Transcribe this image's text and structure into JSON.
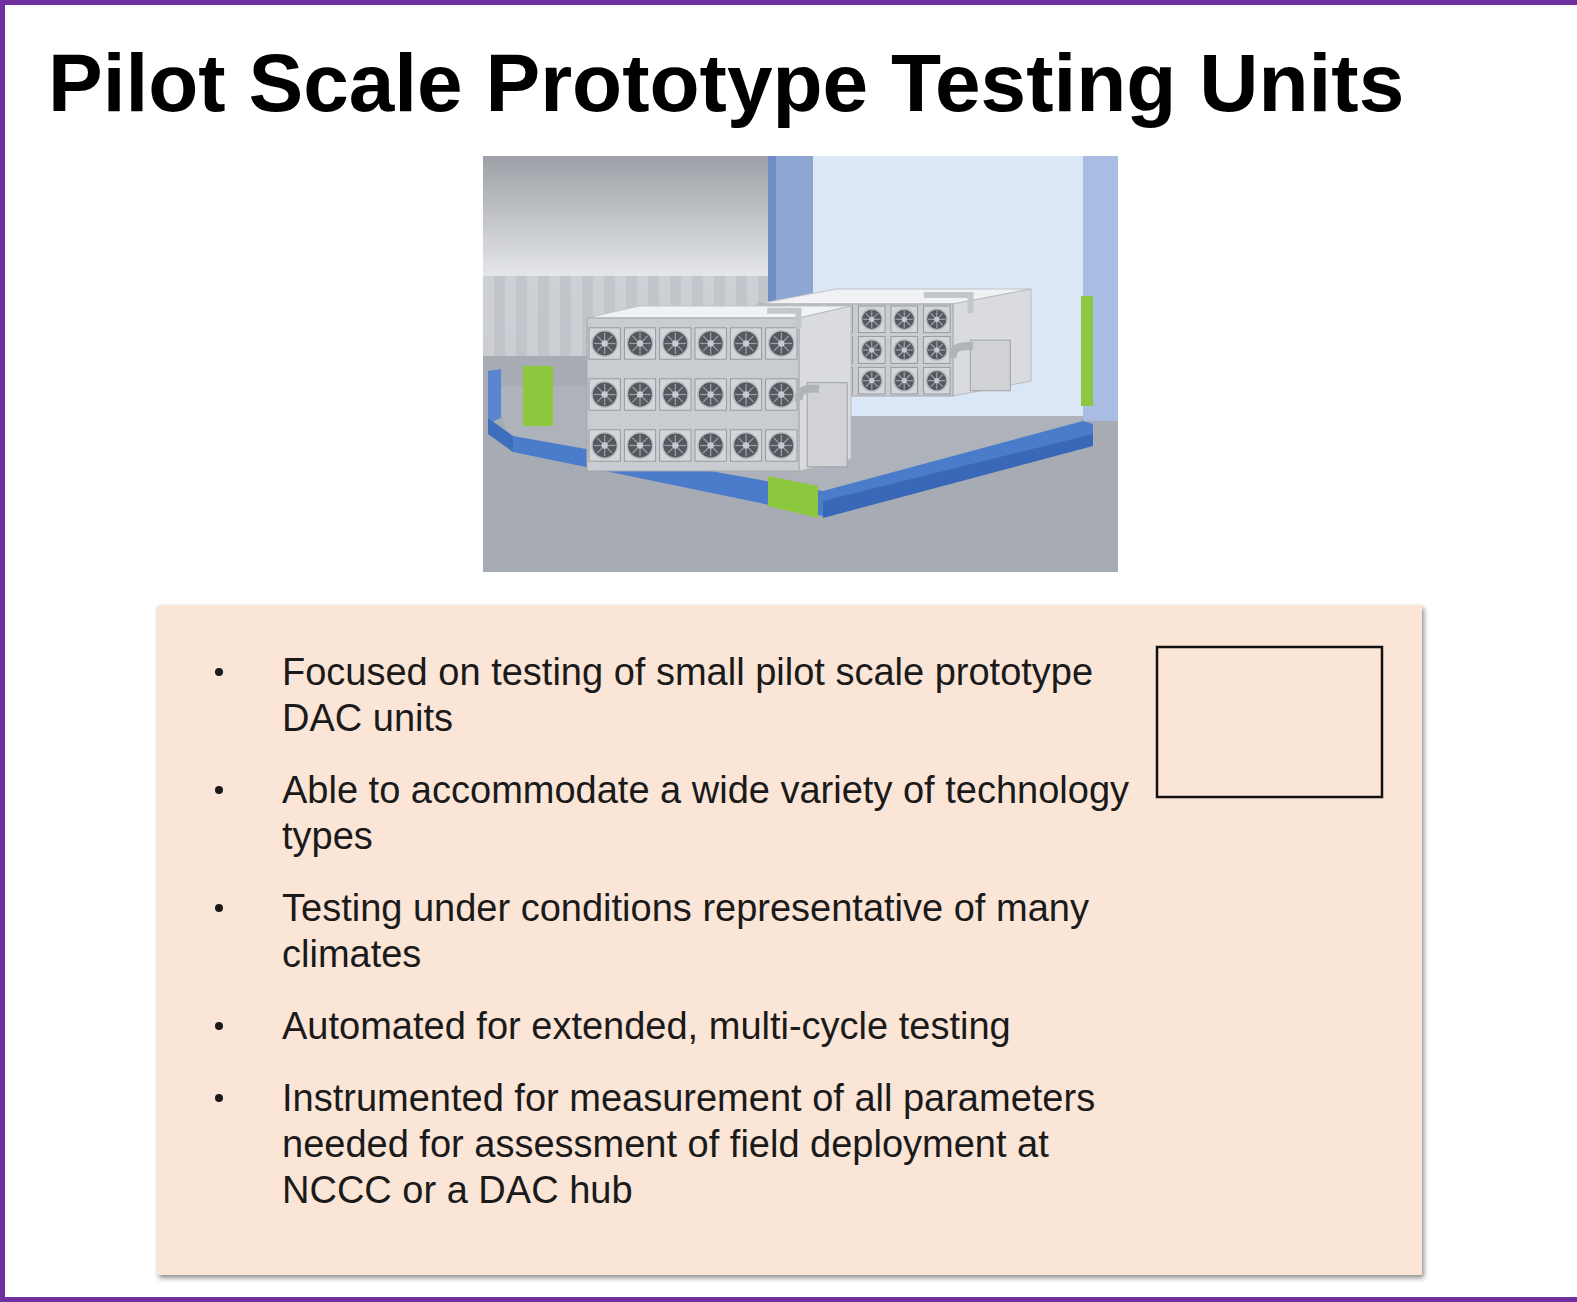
{
  "diagram": {
    "title": "Pilot Scale Prototype Testing Units",
    "nodes": [
      {
        "text": [
          "Focused on testing of small pilot scale prototype DAC units",
          "Able to accommodate a wide variety of technology types",
          "Testing under conditions representative of many climates",
          "Automated for extended, multi-cycle testing",
          "Instrumented for measurement of all parameters needed for assessment of field deployment at NCCC or a DAC hub"
        ]
      }
    ]
  }
}
